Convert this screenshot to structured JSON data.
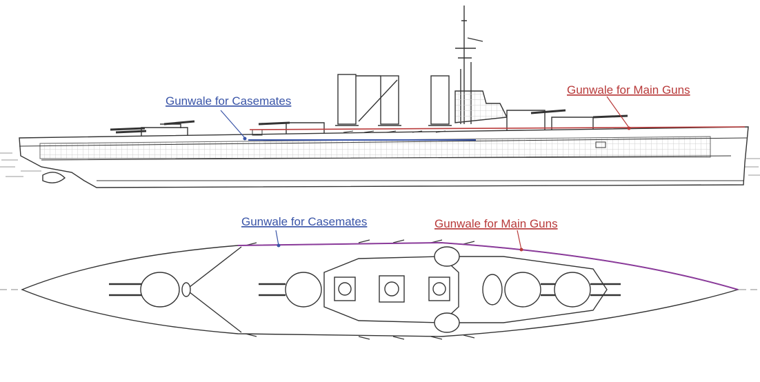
{
  "profile_view": {
    "casemate_label": "Gunwale for Casemates",
    "main_gun_label": "Gunwale for Main Guns"
  },
  "plan_view": {
    "casemate_label": "Gunwale for Casemates",
    "main_gun_label": "Gunwale for Main Guns"
  },
  "colors": {
    "casemate": "#3a55a8",
    "main_guns": "#b83a3a",
    "plan_gunwale": "#8a3a9a",
    "drawing_line": "#333333",
    "hatching": "#c8c8c8",
    "water": "#9a9a9a"
  }
}
